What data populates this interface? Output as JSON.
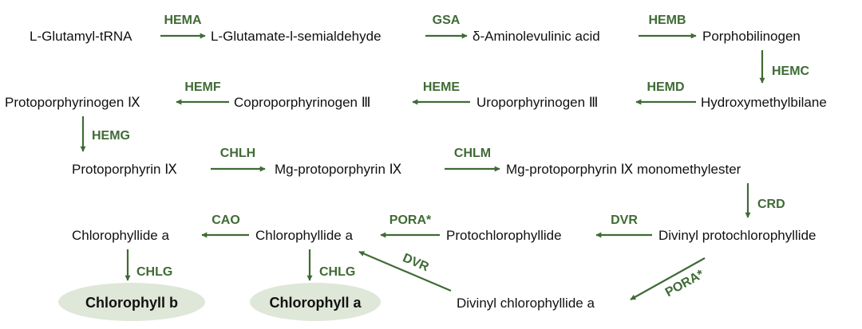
{
  "colors": {
    "arrow": "#3f6b35",
    "enzyme_text": "#3f6b35",
    "product_fill": "#dfe7d8",
    "node_text": "#111111"
  },
  "nodes": {
    "l_glutamyl_trna": "L-Glutamyl-tRNA",
    "l_glutamate_semialdehyde": "L-Glutamate-l-semialdehyde",
    "delta_ala": "δ-Aminolevulinic acid",
    "porphobilinogen": "Porphobilinogen",
    "hydroxymethylbilane": "Hydroxymethylbilane",
    "uroporphyrinogen": "Uroporphyrinogen Ⅲ",
    "coproporphyrinogen": "Coproporphyrinogen Ⅲ",
    "protoporphyrinogen": "Protoporphyrinogen Ⅸ",
    "protoporphyrin": "Protoporphyrin Ⅸ",
    "mg_protoporphyrin": "Mg-protoporphyrin Ⅸ",
    "mg_proto_monomethylester": "Mg-protoporphyrin Ⅸ monomethylester",
    "divinyl_protochlorophyllide": "Divinyl protochlorophyllide",
    "protochlorophyllide": "Protochlorophyllide",
    "chlorophyllide_a_mid": "Chlorophyllide a",
    "chlorophyllide_a_left": "Chlorophyllide a",
    "divinyl_chlorophyllide_a": "Divinyl chlorophyllide a"
  },
  "products": {
    "chlorophyll_b": "Chlorophyll b",
    "chlorophyll_a": "Chlorophyll a"
  },
  "enzymes": {
    "hema": "HEMA",
    "gsa": "GSA",
    "hemb": "HEMB",
    "hemc": "HEMC",
    "hemd": "HEMD",
    "heme": "HEME",
    "hemf": "HEMF",
    "hemg": "HEMG",
    "chlh": "CHLH",
    "chlm": "CHLM",
    "crd": "CRD",
    "dvr_top": "DVR",
    "pora_top": "PORA*",
    "cao": "CAO",
    "chlg_left": "CHLG",
    "chlg_mid": "CHLG",
    "dvr_diag": "DVR",
    "pora_diag": "PORA*"
  }
}
